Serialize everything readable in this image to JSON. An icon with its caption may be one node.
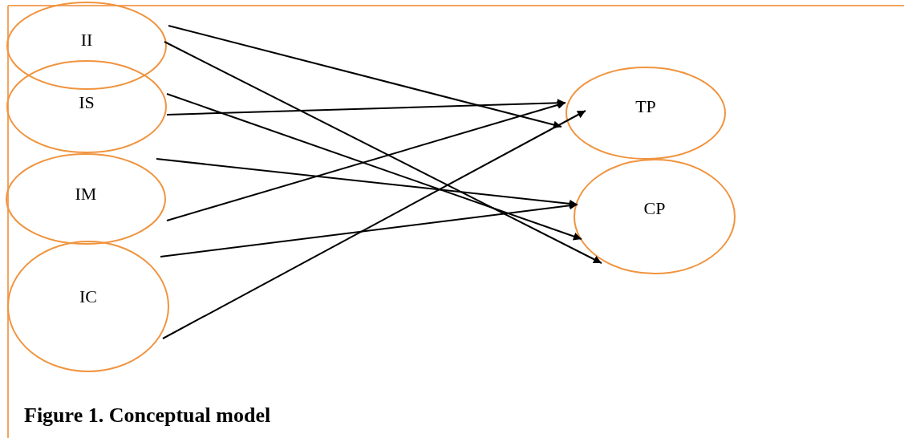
{
  "diagram": {
    "caption": "Figure 1. Conceptual model",
    "nodes": [
      {
        "text": [
          "II"
        ]
      },
      {
        "text": [
          "IS"
        ]
      },
      {
        "text": [
          "IM"
        ]
      },
      {
        "text": [
          "IC"
        ]
      },
      {
        "text": [
          "TP"
        ]
      },
      {
        "text": [
          "CP"
        ]
      }
    ],
    "edges": [
      {
        "from": 0,
        "to": 4,
        "arrow": "to"
      },
      {
        "from": 0,
        "to": 5,
        "arrow": "to"
      },
      {
        "from": 1,
        "to": 4,
        "arrow": "to"
      },
      {
        "from": 1,
        "to": 5,
        "arrow": "to"
      },
      {
        "from": 2,
        "to": 5,
        "arrow": "to"
      },
      {
        "from": 2,
        "to": 4,
        "arrow": "to"
      },
      {
        "from": 3,
        "to": 5,
        "arrow": "to"
      },
      {
        "from": 3,
        "to": 4,
        "arrow": "to"
      }
    ]
  }
}
